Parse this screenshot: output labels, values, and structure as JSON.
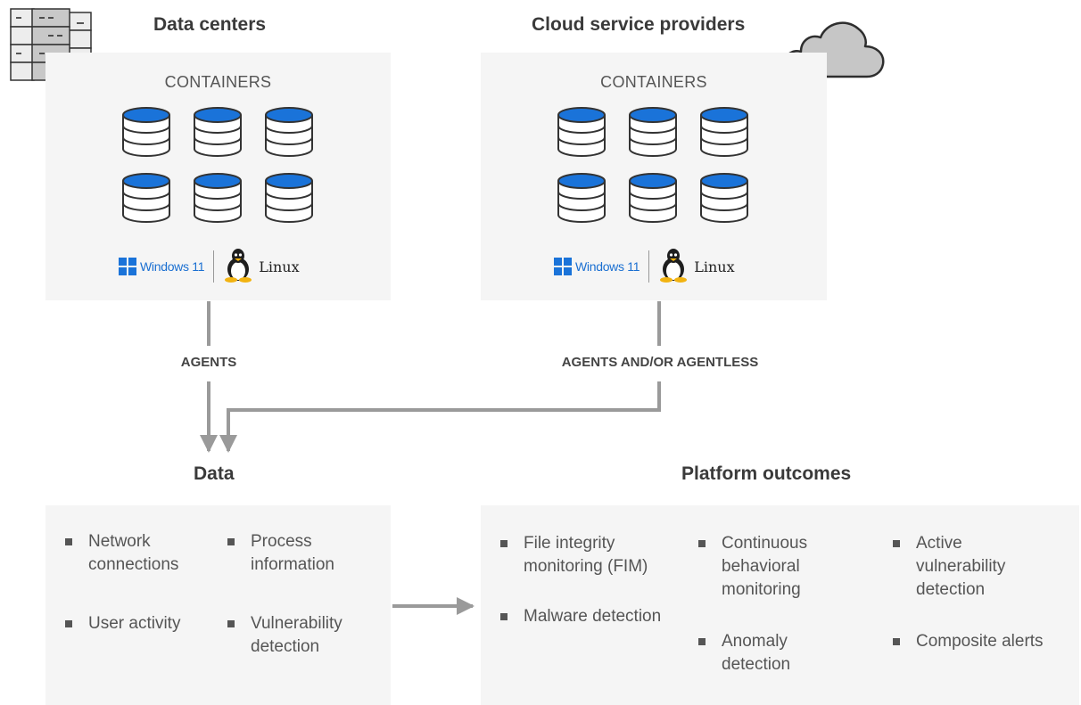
{
  "data_centers": {
    "title": "Data centers",
    "containers_label": "CONTAINERS",
    "windows_label": "Windows 11",
    "linux_label": "Linux"
  },
  "cloud": {
    "title": "Cloud service providers",
    "containers_label": "CONTAINERS",
    "windows_label": "Windows 11",
    "linux_label": "Linux"
  },
  "connections": {
    "agents": "AGENTS",
    "agents_agentless": "AGENTS AND/OR AGENTLESS"
  },
  "data": {
    "title": "Data",
    "items": [
      "Network connections",
      "Process information",
      "User activity",
      "Vulnerability detection"
    ]
  },
  "outcomes": {
    "title": "Platform outcomes",
    "items": [
      "File integrity monitoring (FIM)",
      "Malware detection",
      "Continuous behavioral monitoring",
      "Anomaly detection",
      "Active vulnerability detection",
      "Composite alerts"
    ]
  },
  "colors": {
    "panel": "#f5f5f5",
    "db_top": "#1a73d9",
    "arrow": "#9a9a9a",
    "text": "#555555"
  },
  "icons": {
    "data_centers": "server-rack-icon",
    "cloud": "cloud-icon",
    "container": "database-icon",
    "windows": "windows-logo-icon",
    "linux": "tux-penguin-icon"
  }
}
